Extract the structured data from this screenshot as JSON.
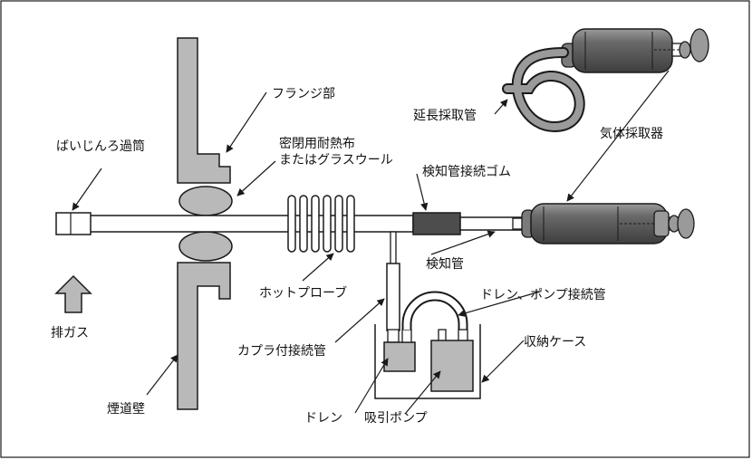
{
  "labels": {
    "flange": "フランジ部",
    "sealed_cloth_line1": "密閉用耐熱布",
    "sealed_cloth_line2": "またはグラスウール",
    "dust_filter": "ばいじんろ過筒",
    "extension_tube": "延長採取管",
    "gas_sampler": "気体採取器",
    "detector_rubber": "検知管接続ゴム",
    "detector_tube": "検知管",
    "hot_probe": "ホットプローブ",
    "exhaust_gas": "排ガス",
    "coupler_tube": "カプラ付接続管",
    "drain_pump_tube": "ドレン、ポンプ接続管",
    "storage_case": "収納ケース",
    "flue_wall": "煙道壁",
    "drain": "ドレン",
    "suction_pump": "吸引ポンプ"
  },
  "colors": {
    "gray_fill": "#b9b9b9",
    "dark_fill": "#4d4d4d",
    "stroke": "#1a1a1a"
  }
}
